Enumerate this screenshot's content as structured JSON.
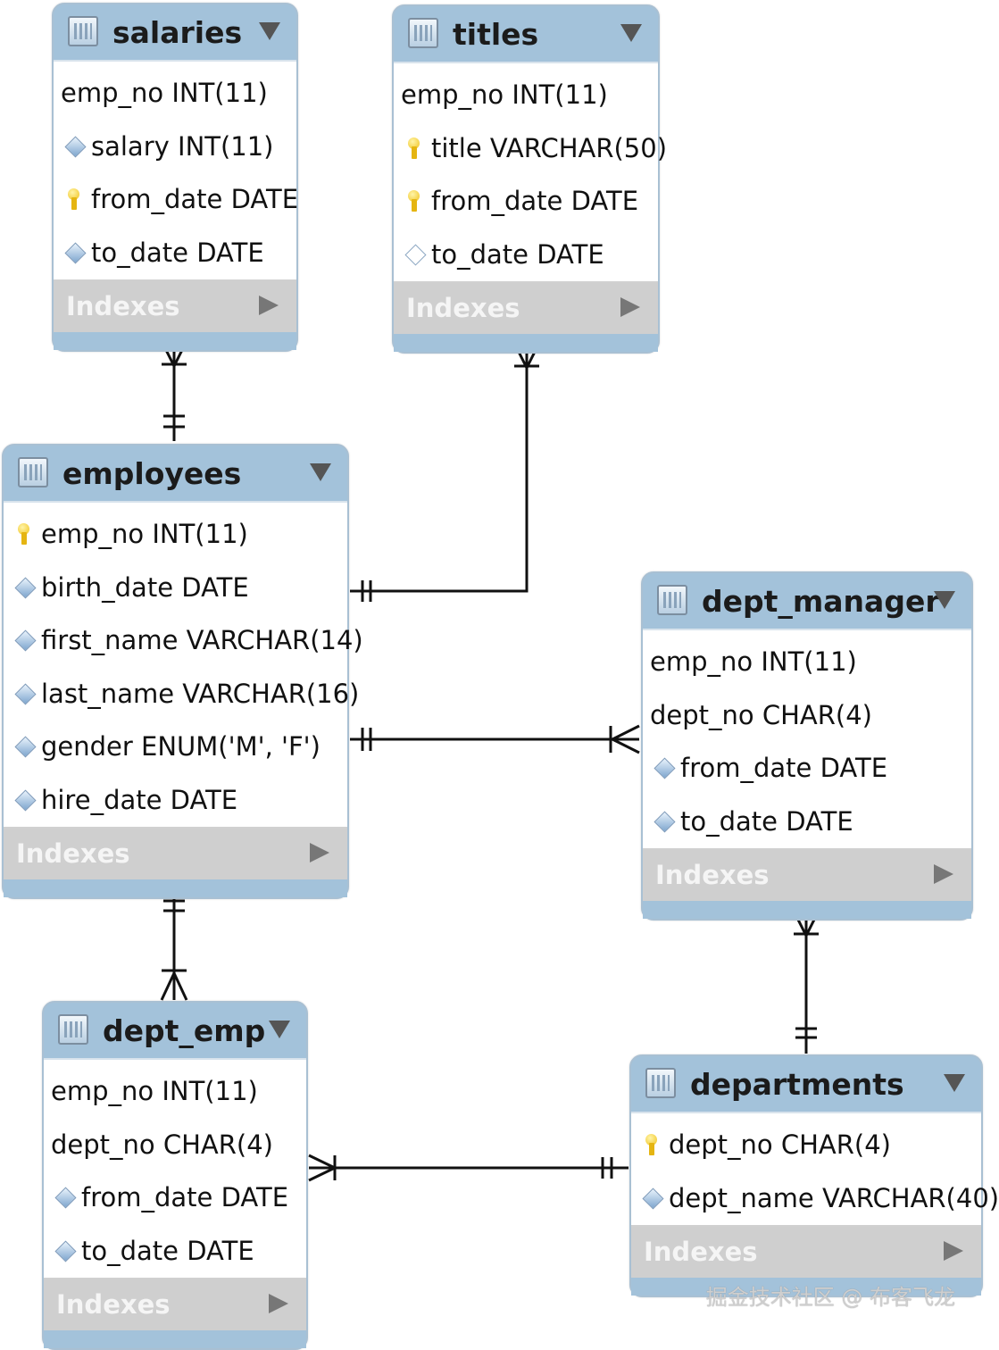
{
  "tables": {
    "salaries": {
      "name": "salaries",
      "indexes_label": "Indexes",
      "columns": [
        {
          "text": "emp_no INT(11)",
          "icon": "none"
        },
        {
          "text": "salary INT(11)",
          "icon": "diamond-icon"
        },
        {
          "text": "from_date DATE",
          "icon": "primary-key-icon"
        },
        {
          "text": "to_date DATE",
          "icon": "diamond-icon"
        }
      ]
    },
    "titles": {
      "name": "titles",
      "indexes_label": "Indexes",
      "columns": [
        {
          "text": "emp_no INT(11)",
          "icon": "none"
        },
        {
          "text": "title VARCHAR(50)",
          "icon": "primary-key-icon"
        },
        {
          "text": "from_date DATE",
          "icon": "primary-key-icon"
        },
        {
          "text": "to_date DATE",
          "icon": "hollow-diamond-icon"
        }
      ]
    },
    "employees": {
      "name": "employees",
      "indexes_label": "Indexes",
      "columns": [
        {
          "text": "emp_no INT(11)",
          "icon": "primary-key-icon"
        },
        {
          "text": "birth_date DATE",
          "icon": "diamond-icon"
        },
        {
          "text": "first_name VARCHAR(14)",
          "icon": "diamond-icon"
        },
        {
          "text": "last_name VARCHAR(16)",
          "icon": "diamond-icon"
        },
        {
          "text": "gender ENUM('M', 'F')",
          "icon": "diamond-icon"
        },
        {
          "text": "hire_date DATE",
          "icon": "diamond-icon"
        }
      ]
    },
    "dept_manager": {
      "name": "dept_manager",
      "indexes_label": "Indexes",
      "columns": [
        {
          "text": "emp_no INT(11)",
          "icon": "none"
        },
        {
          "text": "dept_no CHAR(4)",
          "icon": "none"
        },
        {
          "text": "from_date DATE",
          "icon": "diamond-icon"
        },
        {
          "text": "to_date DATE",
          "icon": "diamond-icon"
        }
      ]
    },
    "dept_emp": {
      "name": "dept_emp",
      "indexes_label": "Indexes",
      "columns": [
        {
          "text": "emp_no INT(11)",
          "icon": "none"
        },
        {
          "text": "dept_no CHAR(4)",
          "icon": "none"
        },
        {
          "text": "from_date DATE",
          "icon": "diamond-icon"
        },
        {
          "text": "to_date DATE",
          "icon": "diamond-icon"
        }
      ]
    },
    "departments": {
      "name": "departments",
      "indexes_label": "Indexes",
      "columns": [
        {
          "text": "dept_no CHAR(4)",
          "icon": "primary-key-icon"
        },
        {
          "text": "dept_name VARCHAR(40)",
          "icon": "diamond-icon"
        }
      ]
    }
  },
  "relationships": [
    {
      "from": "employees",
      "to": "salaries",
      "from_end": "one-mandatory",
      "to_end": "many"
    },
    {
      "from": "employees",
      "to": "titles",
      "from_end": "one-mandatory",
      "to_end": "many"
    },
    {
      "from": "employees",
      "to": "dept_manager",
      "from_end": "one-mandatory",
      "to_end": "one-or-many"
    },
    {
      "from": "employees",
      "to": "dept_emp",
      "from_end": "one-mandatory",
      "to_end": "one-or-many"
    },
    {
      "from": "departments",
      "to": "dept_manager",
      "from_end": "one-mandatory",
      "to_end": "many"
    },
    {
      "from": "departments",
      "to": "dept_emp",
      "from_end": "one-mandatory",
      "to_end": "one-or-many"
    }
  ],
  "colors": {
    "header": "#a3c2da",
    "indexes_bar": "#cfcfcf",
    "line": "#111111",
    "key": "#f0c21a"
  },
  "watermark": "掘金技术社区 @ 布客飞龙"
}
